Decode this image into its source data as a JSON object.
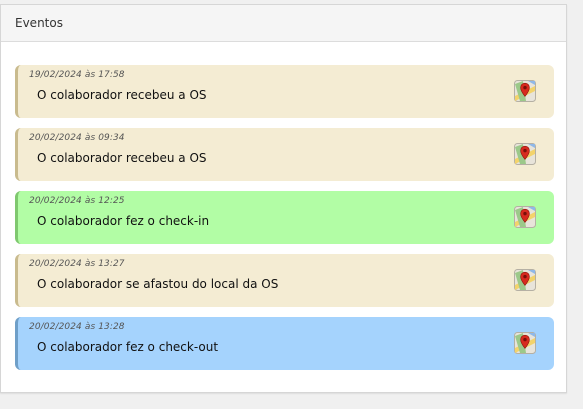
{
  "panel": {
    "title": "Eventos"
  },
  "colors": {
    "beige_bg": "#f4ecd3",
    "beige_border": "#c9bb8e",
    "green_bg": "#b2fda5",
    "green_border": "#7fc86f",
    "blue_bg": "#a5d3fd",
    "blue_border": "#6f9fc8"
  },
  "events": [
    {
      "timestamp": "19/02/2024 às 17:58",
      "message": "O colaborador recebeu a OS",
      "color": "beige",
      "icon": "map-pin-icon"
    },
    {
      "timestamp": "20/02/2024 às 09:34",
      "message": "O colaborador recebeu a OS",
      "color": "beige",
      "icon": "map-pin-icon"
    },
    {
      "timestamp": "20/02/2024 às 12:25",
      "message": "O colaborador fez o check-in",
      "color": "green",
      "icon": "map-pin-icon"
    },
    {
      "timestamp": "20/02/2024 às 13:27",
      "message": "O colaborador se afastou do local da OS",
      "color": "beige",
      "icon": "map-pin-icon"
    },
    {
      "timestamp": "20/02/2024 às 13:28",
      "message": "O colaborador fez o check-out",
      "color": "blue",
      "icon": "map-pin-icon"
    }
  ]
}
